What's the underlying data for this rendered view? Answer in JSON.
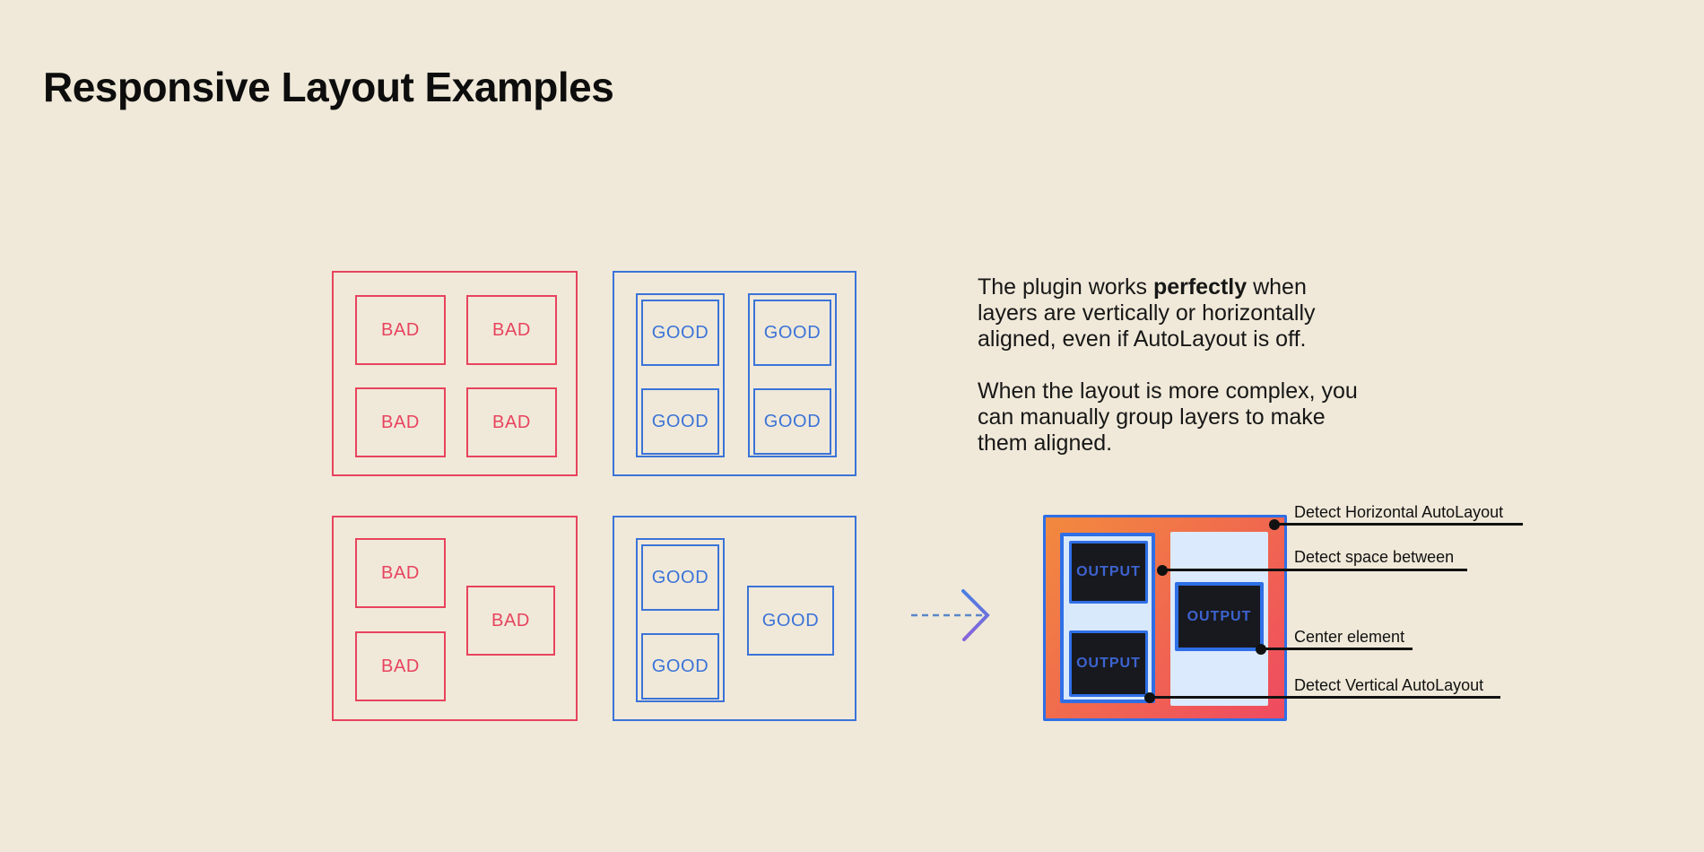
{
  "title": "Responsive Layout Examples",
  "labels": {
    "bad": "BAD",
    "good": "GOOD",
    "output": "OUTPUT"
  },
  "description": {
    "p1_pre": "The plugin works ",
    "p1_bold": "perfectly",
    "p1_post": " when\nlayers are vertically or horizontally\naligned, even if AutoLayout is off.",
    "p2": "When the layout is more complex, you\ncan manually group layers to make\nthem aligned."
  },
  "annotations": [
    {
      "label": "Detect Horizontal AutoLayout"
    },
    {
      "label": "Detect space between"
    },
    {
      "label": "Center element"
    },
    {
      "label": "Detect Vertical AutoLayout"
    }
  ],
  "colors": {
    "background": "#f0e9d9",
    "bad_red": "#e8435e",
    "good_blue": "#3b73d8",
    "output_border_blue": "#2f6fe6",
    "output_gradient_start": "#f28a3e",
    "output_gradient_end": "#ef4a61",
    "pale_blue_fill": "#d9e9fc",
    "dark_box": "#18191e",
    "output_text_blue": "#3d63d0",
    "annotation_black": "#111111",
    "body_text": "#171717",
    "arrow_dash_blue": "#5b86c9",
    "arrow_gradient_start": "#4a80e2",
    "arrow_gradient_end": "#8b63d9"
  }
}
